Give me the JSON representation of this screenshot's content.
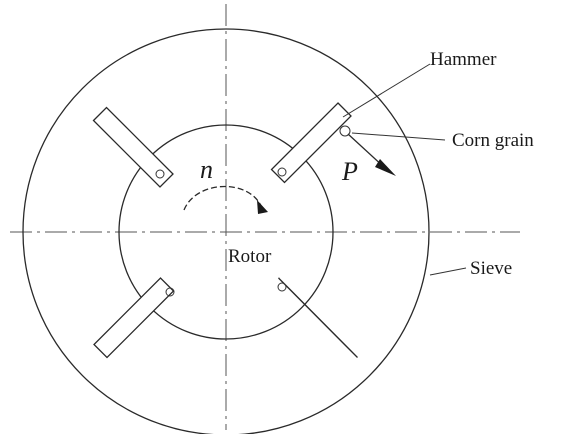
{
  "labels": {
    "hammer": "Hammer",
    "corn_grain": "Corn grain",
    "rotor": "Rotor",
    "sieve": "Sieve",
    "speed": "n",
    "force": "P"
  }
}
